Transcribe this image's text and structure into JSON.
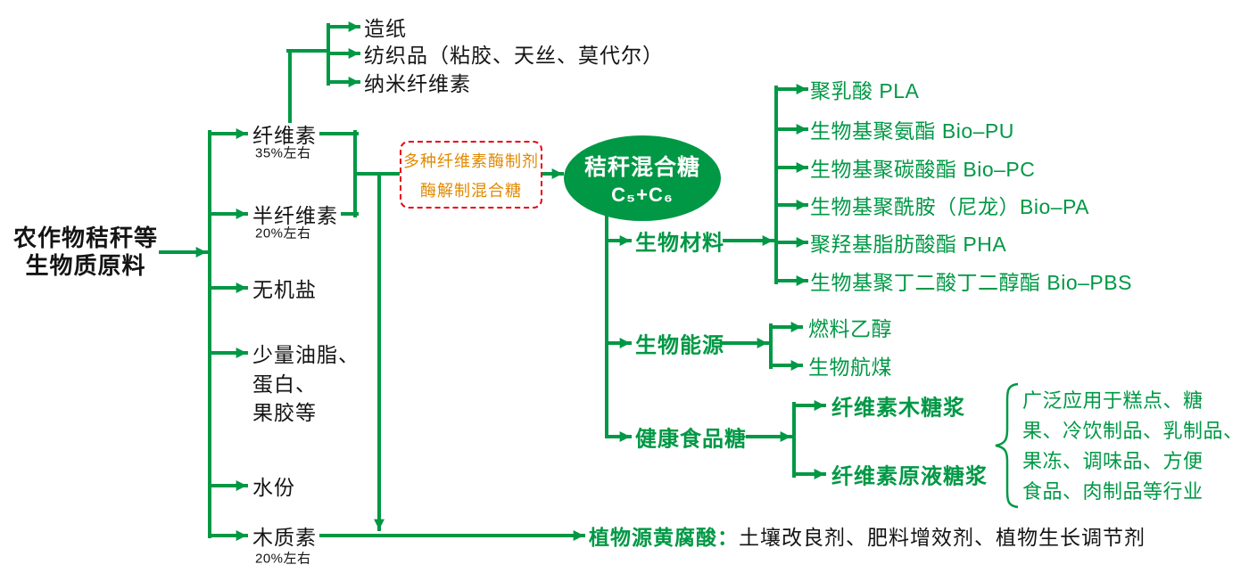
{
  "colors": {
    "green": "#009845",
    "orange": "#e18a00",
    "red": "#e60012",
    "black": "#141414"
  },
  "root": {
    "line1": "农作物秸秆等",
    "line2": "生物质原料"
  },
  "components": {
    "cellulose": {
      "label": "纤维素",
      "note": "35%左右"
    },
    "hemicellulose": {
      "label": "半纤维素",
      "note": "20%左右"
    },
    "inorganic_salt": {
      "label": "无机盐"
    },
    "minor": {
      "line1": "少量油脂、",
      "line2": "蛋白、",
      "line3": "果胶等"
    },
    "water": {
      "label": "水份"
    },
    "lignin": {
      "label": "木质素",
      "note": "20%左右"
    }
  },
  "cellulose_products": [
    "造纸",
    "纺织品（粘胶、天丝、莫代尔）",
    "纳米纤维素"
  ],
  "enzyme_box": {
    "line1": "多种纤维素酶制剂",
    "line2": "酶解制混合糖"
  },
  "mixed_sugar": {
    "line1": "秸秆混合糖",
    "line2": "C₅+C₆"
  },
  "biomaterials": {
    "label": "生物材料",
    "items": [
      "聚乳酸 PLA",
      "生物基聚氨酯 Bio–PU",
      "生物基聚碳酸酯 Bio–PC",
      "生物基聚酰胺（尼龙）Bio–PA",
      "聚羟基脂肪酸酯 PHA",
      "生物基聚丁二酸丁二醇酯 Bio–PBS"
    ]
  },
  "bioenergy": {
    "label": "生物能源",
    "items": [
      "燃料乙醇",
      "生物航煤"
    ]
  },
  "food_sugar": {
    "label": "健康食品糖",
    "items": [
      "纤维素木糖浆",
      "纤维素原液糖浆"
    ],
    "application_lines": [
      "广泛应用于糕点、糖",
      "果、冷饮制品、乳制品、",
      "果冻、调味品、方便",
      "食品、肉制品等行业"
    ]
  },
  "fulvic_acid": {
    "title": "植物源黄腐酸：",
    "desc": "土壤改良剂、肥料增效剂、植物生长调节剂"
  }
}
